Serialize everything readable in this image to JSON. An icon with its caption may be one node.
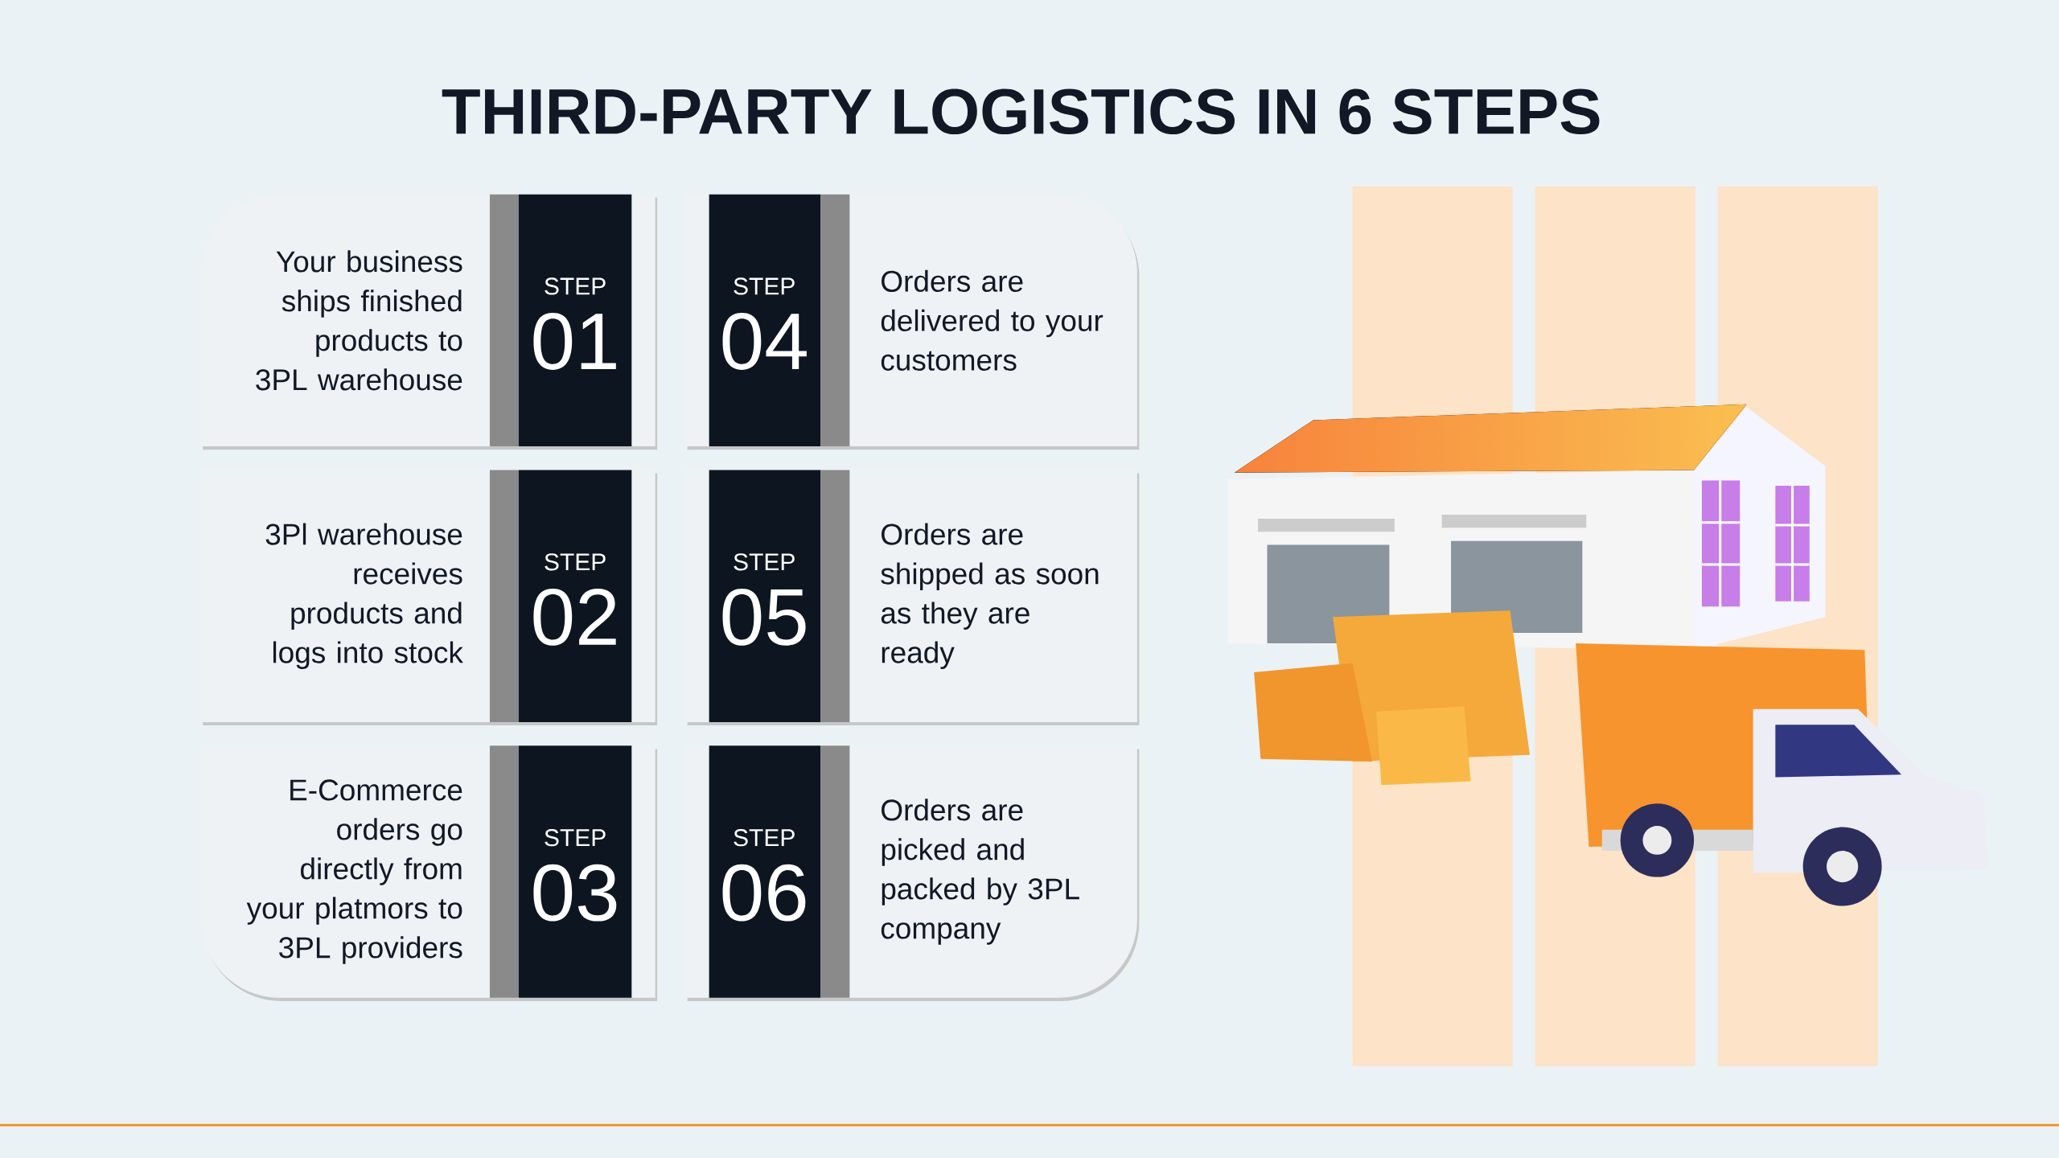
{
  "diagram": {
    "title": "THIRD-PARTY LOGISTICS IN 6 STEPS",
    "nodes": [
      {
        "text": [
          "Your business ships finished products to 3PL warehouse",
          "STEP",
          "01"
        ]
      },
      {
        "text": [
          "3Pl warehouse receives products and logs into stock",
          "STEP",
          "02"
        ]
      },
      {
        "text": [
          "E-Commerce orders go directly from your platmors to 3PL providers",
          "STEP",
          "03"
        ]
      },
      {
        "text": [
          "STEP",
          "04",
          "Orders are delivered to your customers"
        ]
      },
      {
        "text": [
          "STEP",
          "05",
          "Orders are shipped as soon as they are ready"
        ]
      },
      {
        "text": [
          "STEP",
          "06",
          "Orders are picked and packed by 3PL company"
        ]
      }
    ]
  }
}
